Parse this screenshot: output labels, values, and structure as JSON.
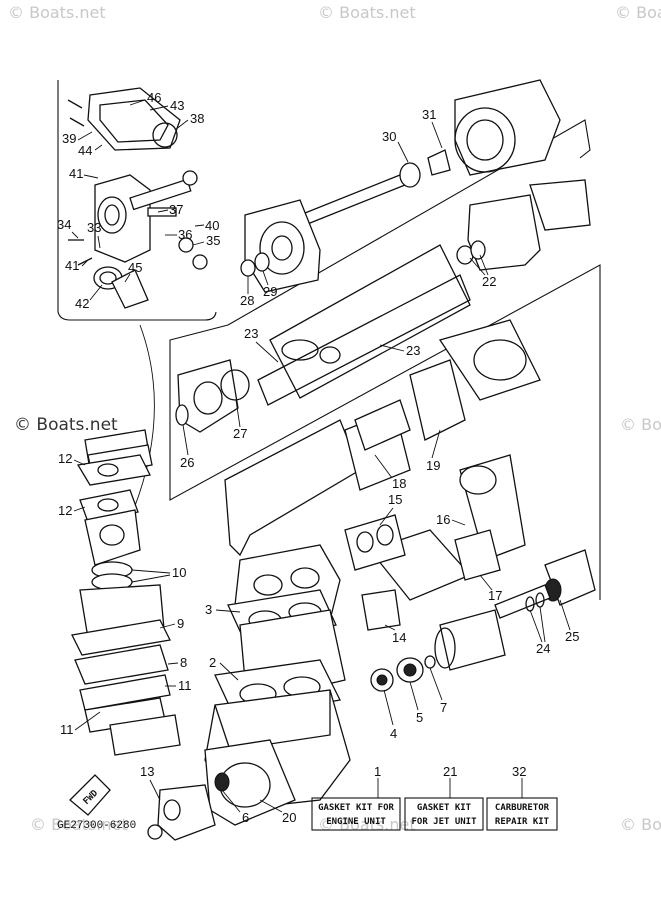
{
  "watermarks": {
    "top_left": "© Boats.net",
    "top_center": "© Boats.net",
    "top_right": "© Boa",
    "mid_left": "© Boats.net",
    "mid_right": "© Bo",
    "bottom_left": "© Boats.net",
    "bottom_center": "© Boats.net",
    "bottom_right": "© Bo"
  },
  "callouts": [
    "1",
    "2",
    "3",
    "4",
    "5",
    "6",
    "7",
    "8",
    "9",
    "10",
    "11",
    "11",
    "12",
    "12",
    "13",
    "14",
    "15",
    "16",
    "17",
    "18",
    "19",
    "20",
    "21",
    "22",
    "23",
    "23",
    "24",
    "25",
    "26",
    "27",
    "28",
    "29",
    "30",
    "31",
    "32",
    "33",
    "34",
    "35",
    "36",
    "37",
    "38",
    "39",
    "40",
    "41",
    "41",
    "42",
    "43",
    "44",
    "45",
    "46"
  ],
  "kits": [
    {
      "number": "1",
      "line1": "GASKET KIT FOR",
      "line2": "ENGINE UNIT"
    },
    {
      "number": "21",
      "line1": "GASKET KIT",
      "line2": "FOR JET UNIT"
    },
    {
      "number": "32",
      "line1": "CARBURETOR",
      "line2": "REPAIR KIT"
    }
  ],
  "fwd_label": "FWD",
  "diagram_code": "GE27300-6280"
}
